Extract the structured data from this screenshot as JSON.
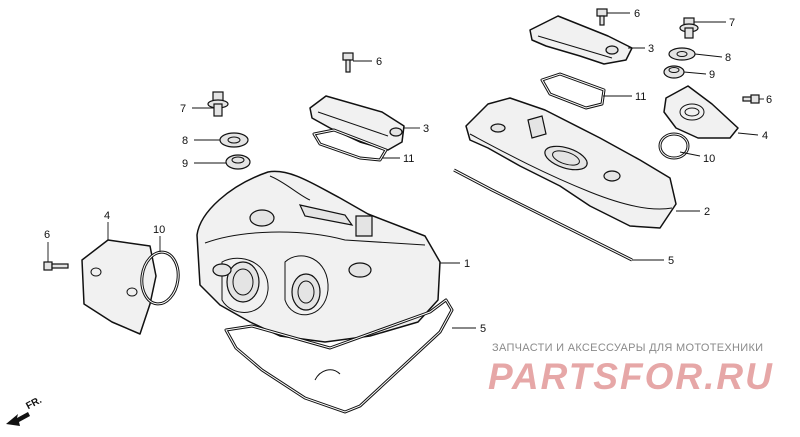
{
  "callouts": {
    "c1": "1",
    "c2": "2",
    "c3a": "3",
    "c3b": "3",
    "c4a": "4",
    "c4b": "4",
    "c5a": "5",
    "c5b": "5",
    "c6a": "6",
    "c6b": "6",
    "c6c": "6",
    "c6d": "6",
    "c7a": "7",
    "c7b": "7",
    "c8a": "8",
    "c8b": "8",
    "c9a": "9",
    "c9b": "9",
    "c10a": "10",
    "c10b": "10",
    "c11a": "11",
    "c11b": "11"
  },
  "direction": "FR.",
  "watermark": {
    "tagline": "ЗАПЧАСТИ И АКСЕССУАРЫ ДЛЯ МОТОТЕХНИКИ",
    "logo": "PARTSFOR.RU"
  }
}
